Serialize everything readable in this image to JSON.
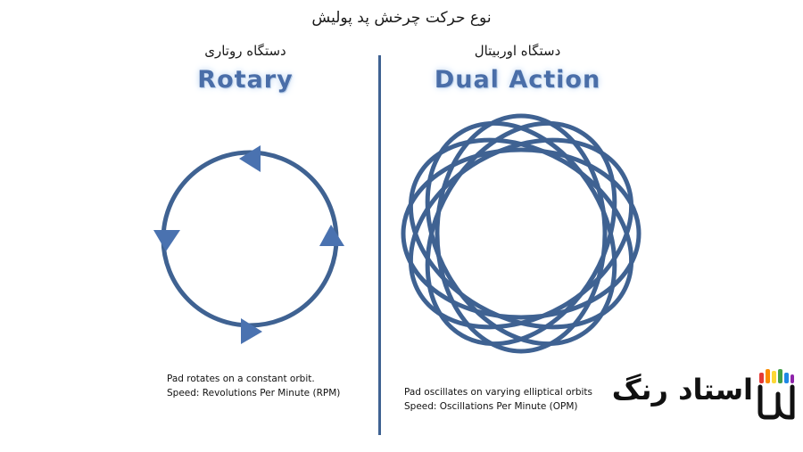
{
  "title": "نوع حرکت چرخش پد پولیش",
  "rotary": {
    "heading_fa": "دستگاه روتاری",
    "heading_en": "Rotary",
    "line1": "Pad rotates on a constant orbit.",
    "line2": "Speed:  Revolutions Per Minute (RPM)"
  },
  "dual_action": {
    "heading_fa": "دستگاه اوربیتال",
    "heading_en": "Dual Action",
    "line1": "Pad oscillates on varying elliptical orbits",
    "line2": "Speed:  Oscillations Per Minute (OPM)"
  },
  "brand": {
    "name": "استاد رنگ"
  },
  "colors": {
    "diagram": "#3f6292",
    "heading_en": "#4a6ea8",
    "brand_bars": [
      "#e53935",
      "#fb8c00",
      "#fdd835",
      "#43a047",
      "#1e88e5",
      "#8e24aa"
    ]
  }
}
